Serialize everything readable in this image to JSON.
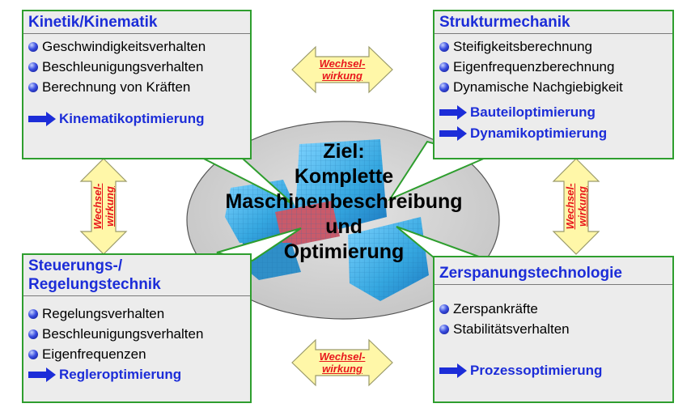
{
  "goal": {
    "line1": "Ziel:",
    "line2": "Komplette",
    "line3": "Maschinenbeschreibung",
    "line4": "und",
    "line5": "Optimierung"
  },
  "boxes": {
    "kinetik": {
      "title": "Kinetik/Kinematik",
      "items": [
        "Geschwindigkeitsverhalten",
        "Beschleunigungsverhalten",
        "Berechnung von Kräften"
      ],
      "optimizations": [
        "Kinematikoptimierung"
      ]
    },
    "struktur": {
      "title": "Strukturmechanik",
      "items": [
        "Steifigkeitsberechnung",
        "Eigenfrequenzberechnung",
        "Dynamische Nachgiebigkeit"
      ],
      "optimizations": [
        "Bauteiloptimierung",
        "Dynamikoptimierung"
      ]
    },
    "steuerung": {
      "title_line1": "Steuerungs-/",
      "title_line2": "Regelungstechnik",
      "items": [
        "Regelungsverhalten",
        "Beschleunigungsverhalten",
        "Eigenfrequenzen"
      ],
      "optimizations": [
        "Regleroptimierung"
      ]
    },
    "zerspanung": {
      "title": "Zerspanungstechnologie",
      "items": [
        "Zerspankräfte",
        "Stabilitätsverhalten"
      ],
      "optimizations": [
        "Prozessoptimierung"
      ]
    }
  },
  "interaction": {
    "line1": "Wechsel-",
    "line2": "wirkung"
  },
  "colors": {
    "border": "#2e9e2e",
    "title": "#1c2dd8",
    "arrow_fill": "#fff7a8",
    "arrow_label": "#e8161c",
    "ellipse": "#d2d2d2"
  },
  "icons": [
    "bullet-dot-icon",
    "blue-arrow-icon",
    "double-arrow-icon"
  ]
}
